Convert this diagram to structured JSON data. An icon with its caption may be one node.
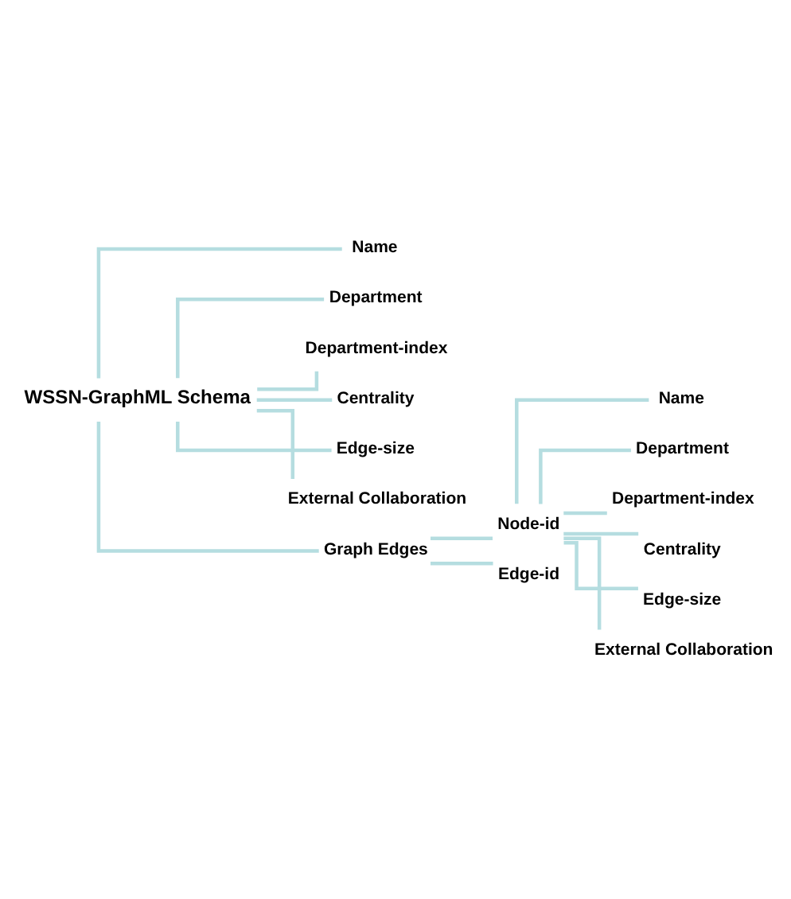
{
  "diagram": {
    "nodes": [
      {
        "text": [
          "WSSN-GraphML Schema"
        ]
      },
      {
        "text": [
          "Name"
        ]
      },
      {
        "text": [
          "Department"
        ]
      },
      {
        "text": [
          "Department-index"
        ]
      },
      {
        "text": [
          "Centrality"
        ]
      },
      {
        "text": [
          "Edge-size"
        ]
      },
      {
        "text": [
          "External Collaboration"
        ]
      },
      {
        "text": [
          "Graph Edges"
        ]
      },
      {
        "text": [
          "Node-id"
        ]
      },
      {
        "text": [
          "Name"
        ]
      },
      {
        "text": [
          "Department"
        ]
      },
      {
        "text": [
          "Department-index"
        ]
      },
      {
        "text": [
          "Centrality"
        ]
      },
      {
        "text": [
          "Edge-size"
        ]
      },
      {
        "text": [
          "External Collaboration"
        ]
      },
      {
        "text": [
          "Edge-id"
        ]
      }
    ],
    "edges": [
      {
        "from": 0,
        "to": 1,
        "arrow": "none"
      },
      {
        "from": 0,
        "to": 2,
        "arrow": "none"
      },
      {
        "from": 0,
        "to": 3,
        "arrow": "none"
      },
      {
        "from": 0,
        "to": 4,
        "arrow": "none"
      },
      {
        "from": 0,
        "to": 5,
        "arrow": "none"
      },
      {
        "from": 0,
        "to": 6,
        "arrow": "none"
      },
      {
        "from": 0,
        "to": 7,
        "arrow": "none"
      },
      {
        "from": 7,
        "to": 8,
        "arrow": "none"
      },
      {
        "from": 8,
        "to": 9,
        "arrow": "none"
      },
      {
        "from": 8,
        "to": 10,
        "arrow": "none"
      },
      {
        "from": 8,
        "to": 11,
        "arrow": "none"
      },
      {
        "from": 8,
        "to": 12,
        "arrow": "none"
      },
      {
        "from": 8,
        "to": 13,
        "arrow": "none"
      },
      {
        "from": 8,
        "to": 14,
        "arrow": "none"
      },
      {
        "from": 7,
        "to": 15,
        "arrow": "none"
      }
    ]
  }
}
